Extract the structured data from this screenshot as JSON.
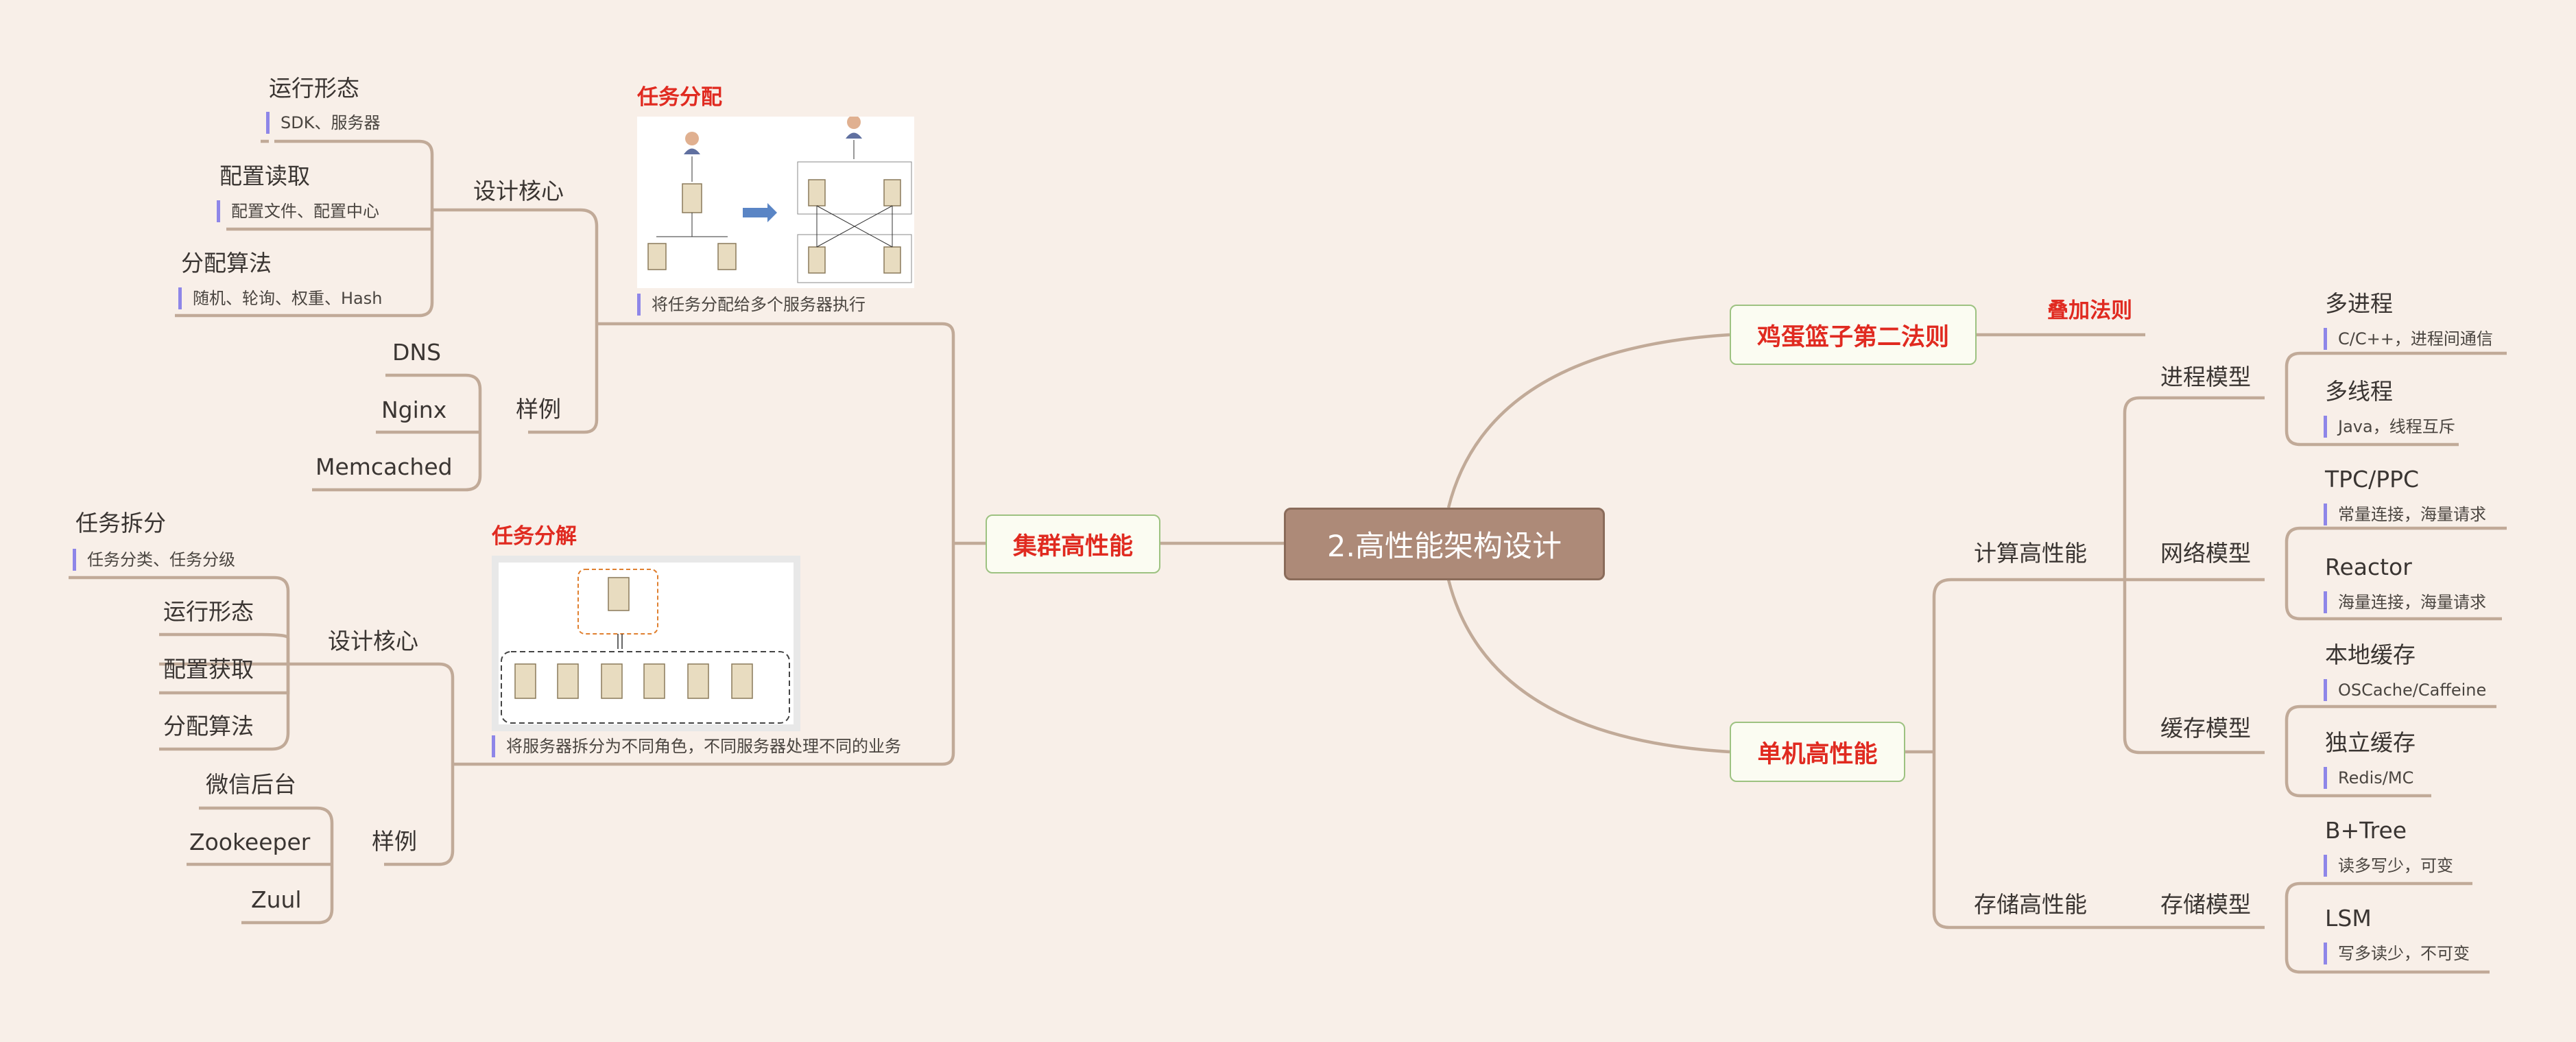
{
  "root": "2.高性能架构设计",
  "cluster": {
    "label": "集群高性能",
    "assign": {
      "title": "任务分配",
      "caption": "将任务分配给多个服务器执行",
      "design_core": "设计核心",
      "runtime": "运行形态",
      "runtime_note": "SDK、服务器",
      "config_read": "配置读取",
      "config_read_note": "配置文件、配置中心",
      "algo": "分配算法",
      "algo_note": "随机、轮询、权重、Hash",
      "examples_label": "样例",
      "examples": [
        "DNS",
        "Nginx",
        "Memcached"
      ]
    },
    "decompose": {
      "title": "任务分解",
      "caption": "将服务器拆分为不同角色，不同服务器处理不同的业务",
      "design_core": "设计核心",
      "split": "任务拆分",
      "split_note": "任务分类、任务分级",
      "runtime": "运行形态",
      "config_get": "配置获取",
      "algo": "分配算法",
      "examples_label": "样例",
      "examples": [
        "微信后台",
        "Zookeeper",
        "Zuul"
      ]
    }
  },
  "egg_rule": {
    "label": "鸡蛋篮子第二法则",
    "sub": "叠加法则"
  },
  "single": {
    "label": "单机高性能",
    "compute": {
      "label": "计算高性能",
      "process_model": {
        "label": "进程模型",
        "items": [
          {
            "name": "多进程",
            "note": "C/C++，进程间通信"
          },
          {
            "name": "多线程",
            "note": "Java，线程互斥"
          }
        ]
      },
      "network_model": {
        "label": "网络模型",
        "items": [
          {
            "name": "TPC/PPC",
            "note": "常量连接，海量请求"
          },
          {
            "name": "Reactor",
            "note": "海量连接，海量请求"
          }
        ]
      },
      "cache_model": {
        "label": "缓存模型",
        "items": [
          {
            "name": "本地缓存",
            "note": "OSCache/Caffeine"
          },
          {
            "name": "独立缓存",
            "note": "Redis/MC"
          }
        ]
      }
    },
    "storage": {
      "label": "存储高性能",
      "storage_model": {
        "label": "存储模型",
        "items": [
          {
            "name": "B+Tree",
            "note": "读多写少，可变"
          },
          {
            "name": "LSM",
            "note": "写多读少，不可变"
          }
        ]
      }
    }
  }
}
